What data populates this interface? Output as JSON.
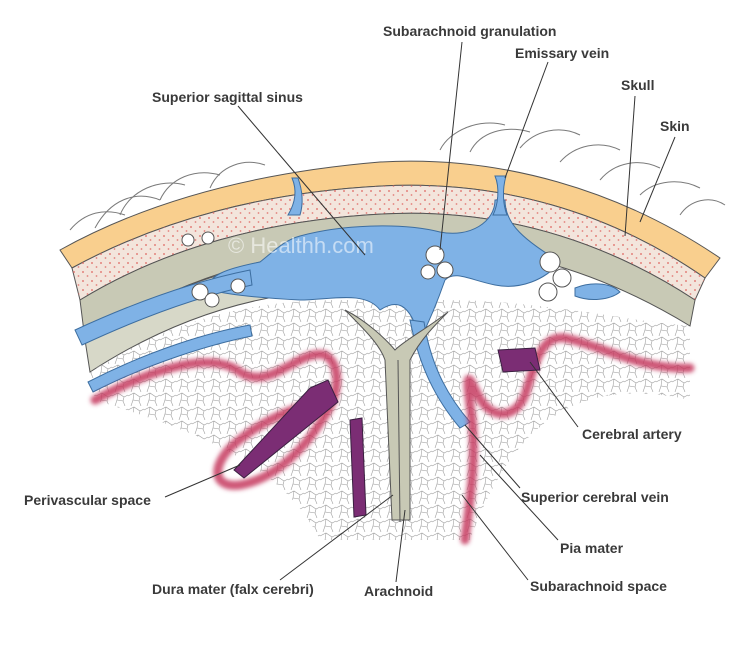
{
  "diagram": {
    "watermark": "© Healthh.com",
    "labels": {
      "subarachnoid_granulation": "Subarachnoid granulation",
      "emissary_vein": "Emissary vein",
      "superior_sagittal_sinus": "Superior sagittal sinus",
      "skull": "Skull",
      "skin": "Skin",
      "cerebral_artery": "Cerebral artery",
      "perivascular_space": "Perivascular space",
      "superior_cerebral_vein": "Superior cerebral vein",
      "pia_mater": "Pia mater",
      "dura_mater": "Dura mater (falx cerebri)",
      "arachnoid": "Arachnoid",
      "subarachnoid_space": "Subarachnoid space"
    },
    "colors": {
      "skin": "#f9cf8e",
      "skull": "#f3e5dc",
      "skull_dots": "#e0706a",
      "dura": "#c8c9b5",
      "venous_blood": "#7fb2e6",
      "artery": "#c63a5f",
      "vein": "#7b2d74",
      "line": "#333333"
    }
  }
}
